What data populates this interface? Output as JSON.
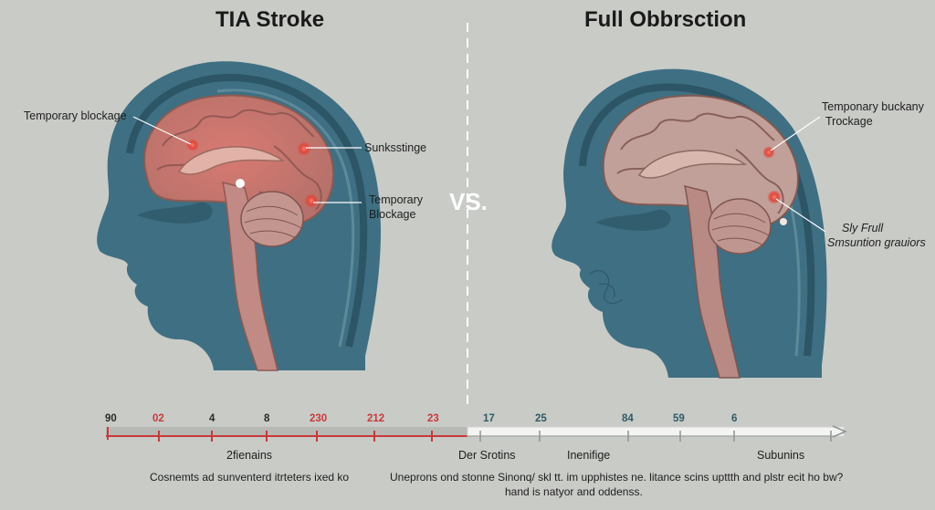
{
  "left": {
    "title": "TIA Stroke",
    "labels": {
      "temporary_blockage_top": "Temporary blockage",
      "right_label": "Sunksstinge",
      "temporary_blockage_mid_1": "Temporary",
      "temporary_blockage_mid_2": "Blockage"
    }
  },
  "right": {
    "title": "Full Obbrsction",
    "labels": {
      "top_1": "Temponary  buckany",
      "top_2": "Trockage",
      "mid_1": "Sly Frull",
      "mid_2": "Smsuntion grauiors"
    }
  },
  "center": {
    "vs": "VS."
  },
  "timeline": {
    "ticks_left": [
      "90",
      "02",
      "4",
      "8",
      "230",
      "212",
      "23"
    ],
    "ticks_right": [
      "17",
      "25",
      "84",
      "59",
      "6"
    ],
    "segments": {
      "left": "2fienains",
      "middle_a": "Der Srotins",
      "middle_b": "Inenifige",
      "right": "Subunins"
    },
    "captions": {
      "left": "Cosnemts ad sunventerd itrteters ixed ko",
      "right_1": "Uneprons ond stonne Sinonq/ skl tt. im upphistes ne. litance scins upttth and plstr ecit ho bw?",
      "right_2": "hand is natyor and oddenss."
    }
  },
  "colors": {
    "background": "#c9cbc7",
    "head": "#3f6f82",
    "brain": "#c99c91",
    "blockage": "#d9493f",
    "timeline_red": "#c9393a"
  }
}
